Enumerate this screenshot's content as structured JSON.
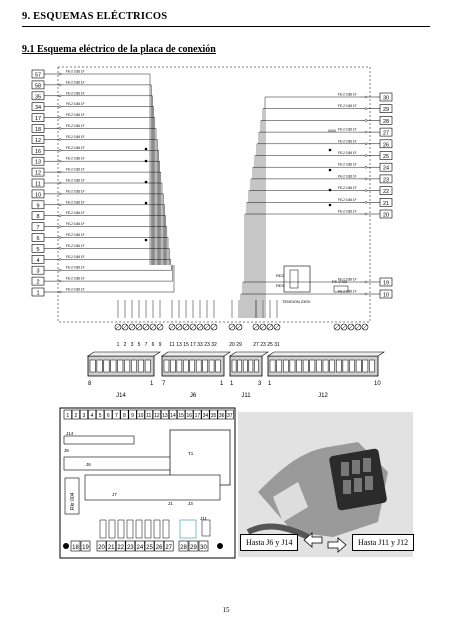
{
  "heading": "9. ESQUEMAS ELÉCTRICOS",
  "subheading": "9.1 Esquema eléctrico de la placa de conexión",
  "left_pins": [
    "57",
    "58",
    "35",
    "34",
    "17",
    "18",
    "12",
    "16",
    "13",
    "12",
    "11",
    "10",
    "9",
    "8",
    "7",
    "6",
    "5",
    "4",
    "3",
    "2",
    "1"
  ],
  "left_wire_labels": [
    "FE-2 0,86 1F",
    "FE-2 0,86 1F",
    "FE-2 0,86 1F",
    "FE-2 0,86 1F",
    "FE-2 0,86 1F",
    "FE-2 0,86 1F",
    "FE-2 0,86 1F",
    "FE-2 0,86 1F",
    "FE-2 0,86 1F",
    "FE-2 0,86 1F",
    "FE-2 0,86 1F",
    "FE-2 0,86 1F",
    "FE-2 0,86 1F",
    "FE-2 0,86 1F",
    "FE-2 0,86 1F",
    "FE-2 0,86 1F",
    "FE-2 0,86 1F",
    "FE-2 0,86 1F",
    "FE-2 0,86 1F",
    "FE-2 0,86 1F",
    "FE-2 0,86 1F"
  ],
  "right_pins": [
    "30",
    "29",
    "28",
    "27",
    "26",
    "25",
    "24",
    "23",
    "22",
    "21",
    "20",
    "19",
    "10"
  ],
  "right_wire_labels": [
    "FE-2 0,86 1F",
    "FE-2 0,86 1F",
    "",
    "FE-2 0,86 1F",
    "FE-2 0,86 1F",
    "FE-2 0,86 1F",
    "FE-2 0,86 1F",
    "FE-2 0,86 1F",
    "FE-2 0,86 1F",
    "FE-2 0,86 1F",
    "FE-2 0,86 1F",
    "FE-2 0,86 1F",
    "FE-2 0,86 1F"
  ],
  "right_small_label": "0040",
  "center_labels": [
    "RE2",
    "RE3",
    "FE-2 N3",
    "TENSION 230V"
  ],
  "bottom_terminals": [
    "1",
    "2",
    "3",
    "5",
    "7",
    "6",
    "9",
    "11",
    "13",
    "15",
    "17",
    "33",
    "23",
    "32",
    "20",
    "29",
    "27",
    "23",
    "25",
    "31"
  ],
  "connectors": [
    {
      "name": "J14",
      "left": "8",
      "right": "1"
    },
    {
      "name": "J6",
      "left": "7",
      "right": "1"
    },
    {
      "name": "J11",
      "left": "1",
      "right": "3"
    },
    {
      "name": "J12",
      "left": "1",
      "right": "10"
    }
  ],
  "board_top_pins": [
    "1",
    "2",
    "3",
    "4",
    "5",
    "6",
    "7",
    "8",
    "9",
    "10",
    "11",
    "12",
    "13",
    "14",
    "15",
    "16",
    "17",
    "34",
    "35",
    "36",
    "37"
  ],
  "board_bottom_pins_a": [
    "18",
    "19"
  ],
  "board_bottom_pins_b": [
    "20",
    "21",
    "22",
    "23",
    "24",
    "25",
    "26",
    "27"
  ],
  "board_bottom_pins_c": [
    "28",
    "29",
    "30"
  ],
  "board_labels": [
    "J8",
    "J6",
    "T1",
    "J1",
    "J3",
    "J7",
    "J14",
    "J11"
  ],
  "photo_label_left": "Hasta J6 y J14",
  "photo_label_right": "Hasta J11 y J12",
  "page_number": "15"
}
